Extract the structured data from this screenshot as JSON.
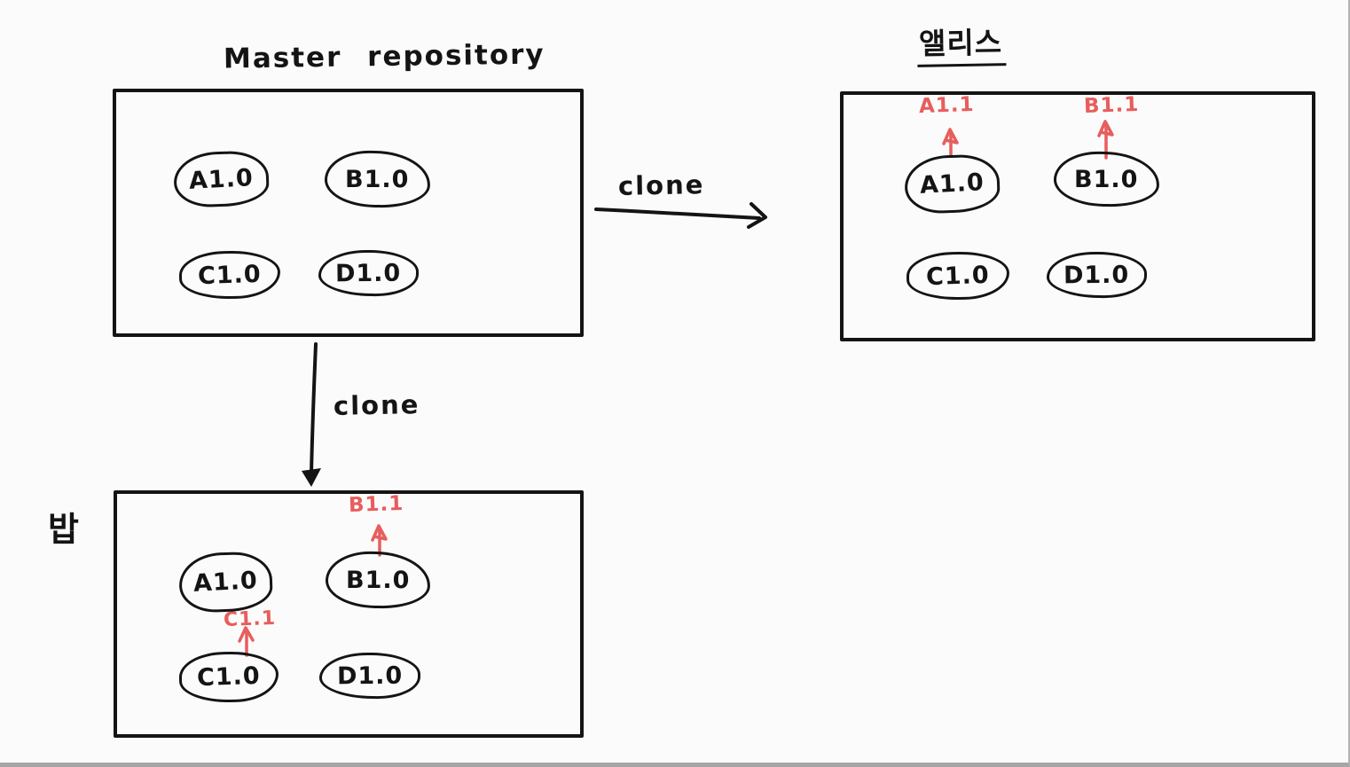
{
  "canvas": {
    "background": "#fbfbfb",
    "ink_color": "#141414",
    "accent_color": "#e85d5d"
  },
  "master_repo": {
    "title": "Master repository",
    "files": [
      {
        "label": "A1.0"
      },
      {
        "label": "B1.0"
      },
      {
        "label": "C1.0"
      },
      {
        "label": "D1.0"
      }
    ]
  },
  "alice_repo": {
    "title": "앨리스",
    "files": [
      {
        "label": "A1.0"
      },
      {
        "label": "B1.0"
      },
      {
        "label": "C1.0"
      },
      {
        "label": "D1.0"
      }
    ],
    "updates": [
      {
        "label": "A1.1",
        "from": "A1.0"
      },
      {
        "label": "B1.1",
        "from": "B1.0"
      }
    ]
  },
  "bob_repo": {
    "title": "밥",
    "files": [
      {
        "label": "A1.0"
      },
      {
        "label": "B1.0"
      },
      {
        "label": "C1.0"
      },
      {
        "label": "D1.0"
      }
    ],
    "updates": [
      {
        "label": "B1.1",
        "from": "B1.0"
      },
      {
        "label": "C1.1",
        "from": "C1.0"
      }
    ]
  },
  "arrows": {
    "master_to_alice": {
      "label": "clone"
    },
    "master_to_bob": {
      "label": "clone"
    }
  }
}
